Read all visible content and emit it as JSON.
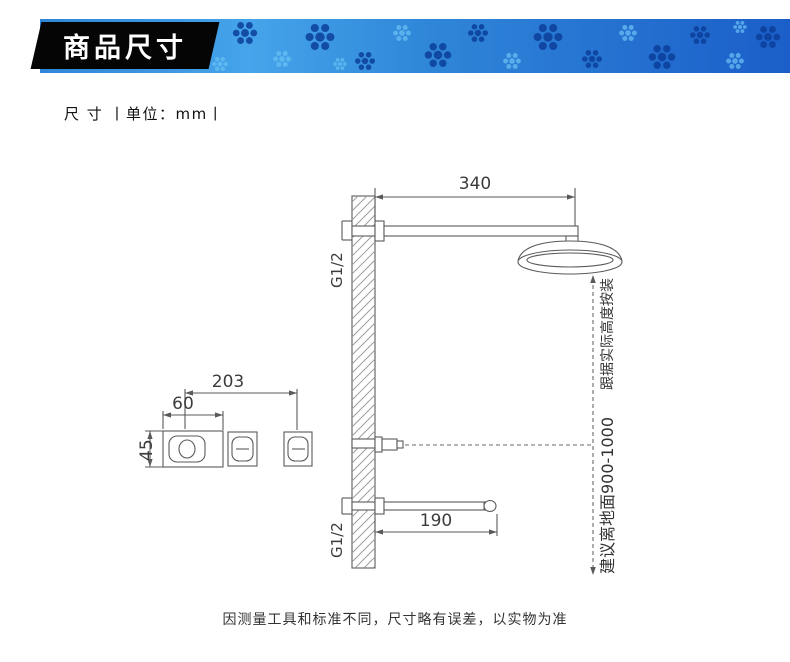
{
  "header": {
    "title": "商品尺寸",
    "colors": {
      "banner_gradient_left": "#2f86d8",
      "banner_gradient_mid": "#45a4ea",
      "banner_gradient_right": "#1b5ec9",
      "pattern_dark_blue": "#0b3f9b",
      "pattern_light_blue": "#6cc2f5",
      "title_box_bg": "#050505",
      "title_text": "#ffffff"
    }
  },
  "subtitle": "尺 寸 丨单位：mm丨",
  "diagram": {
    "unit": "mm",
    "line_color": "#5a5a5a",
    "dimensions": {
      "shower_arm_length": "340",
      "valve_spacing": "203",
      "valve_width": "60",
      "valve_height": "45",
      "lower_bar_length": "190"
    },
    "labels": {
      "top_thread": "G1/2",
      "bottom_thread": "G1/2",
      "install_note": "跟据实际高度按装",
      "height_note": "建议离地面900-1000"
    }
  },
  "footer": {
    "note": "因测量工具和标准不同，尺寸略有误差，以实物为准"
  }
}
